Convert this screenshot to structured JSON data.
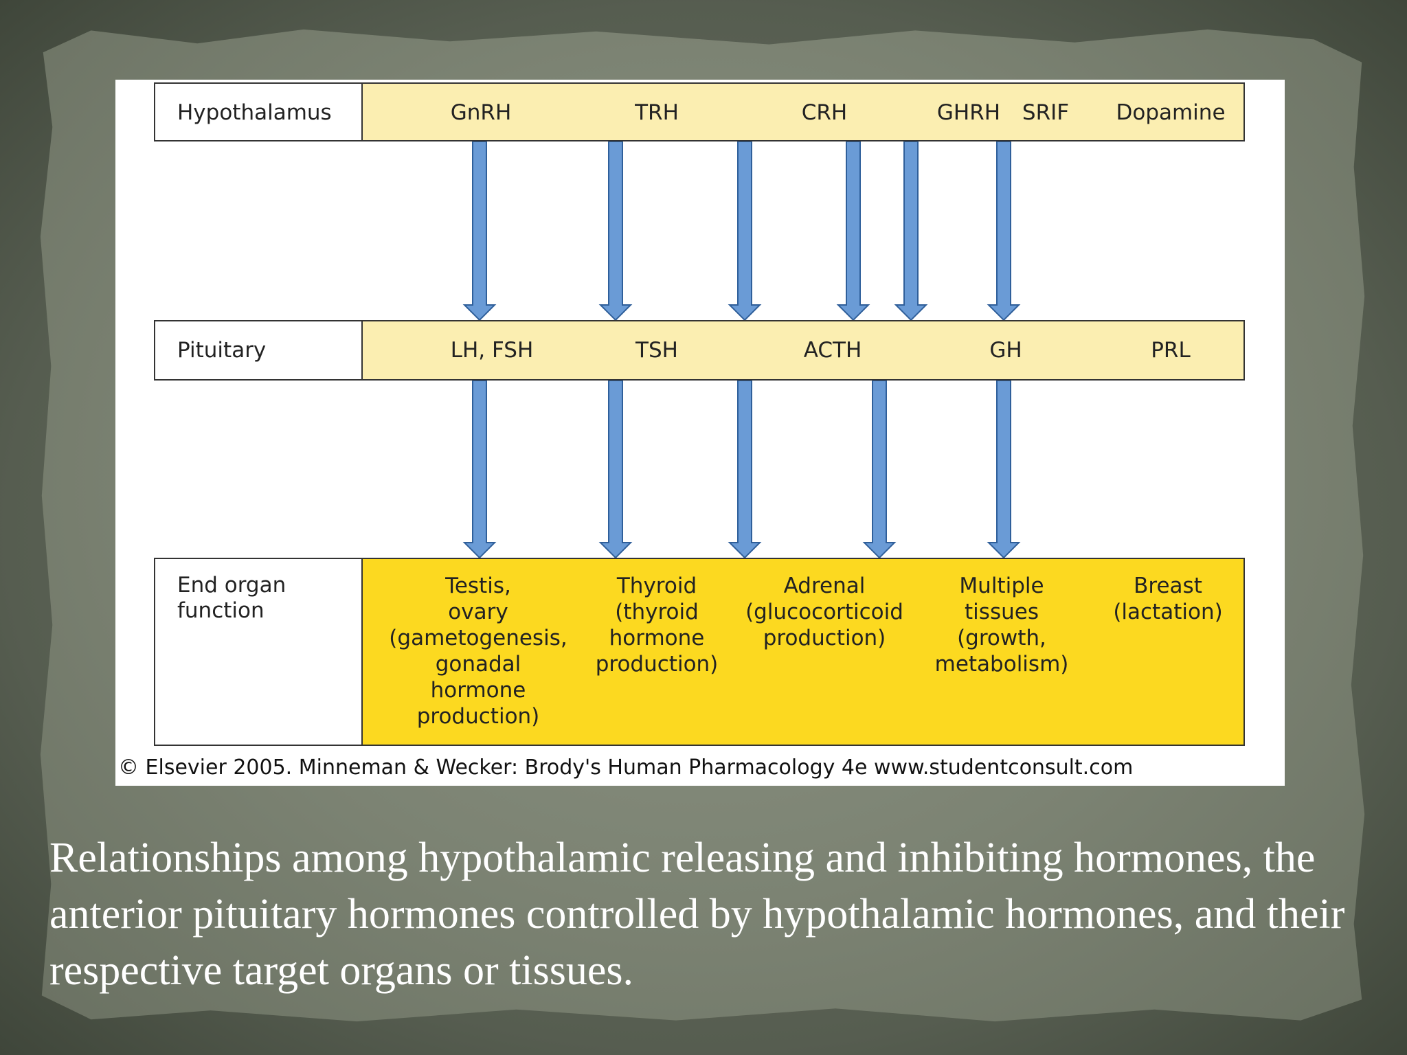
{
  "figure": {
    "rows": {
      "hypothalamus": {
        "label": "Hypothalamus",
        "items": [
          {
            "id": "gnrh",
            "text": "GnRH"
          },
          {
            "id": "trh",
            "text": "TRH"
          },
          {
            "id": "crh",
            "text": "CRH"
          },
          {
            "id": "ghrh",
            "text": "GHRH"
          },
          {
            "id": "srif",
            "text": "SRIF"
          },
          {
            "id": "dopamine",
            "text": "Dopamine"
          }
        ]
      },
      "pituitary": {
        "label": "Pituitary",
        "items": [
          {
            "id": "lh-fsh",
            "text": "LH, FSH"
          },
          {
            "id": "tsh",
            "text": "TSH"
          },
          {
            "id": "acth",
            "text": "ACTH"
          },
          {
            "id": "gh",
            "text": "GH"
          },
          {
            "id": "prl",
            "text": "PRL"
          }
        ]
      },
      "end_organ": {
        "label": "End organ\nfunction",
        "items": [
          {
            "id": "gonads",
            "text": "Testis,\novary\n(gametogenesis,\ngonadal\nhormone\nproduction)"
          },
          {
            "id": "thyroid",
            "text": "Thyroid\n(thyroid\nhormone\nproduction)"
          },
          {
            "id": "adrenal",
            "text": "Adrenal\n(glucocorticoid\nproduction)"
          },
          {
            "id": "multiple",
            "text": "Multiple\ntissues\n(growth,\nmetabolism)"
          },
          {
            "id": "breast",
            "text": "Breast\n(lactation)"
          }
        ]
      }
    },
    "arrows": [
      {
        "from": "gnrh",
        "to": "lh-fsh"
      },
      {
        "from": "trh",
        "to": "tsh"
      },
      {
        "from": "crh",
        "to": "acth"
      },
      {
        "from": "ghrh",
        "to": "gh"
      },
      {
        "from": "srif",
        "to": "gh"
      },
      {
        "from": "dopamine",
        "to": "prl"
      },
      {
        "from": "lh-fsh",
        "to": "gonads"
      },
      {
        "from": "tsh",
        "to": "thyroid"
      },
      {
        "from": "acth",
        "to": "adrenal"
      },
      {
        "from": "gh",
        "to": "multiple"
      },
      {
        "from": "prl",
        "to": "breast"
      }
    ],
    "credit": "© Elsevier 2005. Minneman & Wecker: Brody's Human Pharmacology 4e www.studentconsult.com"
  },
  "caption": "Relationships among hypothalamic releasing and inhibiting hormones, the anterior pituitary hormones controlled by hypothalamic hormones, and their respective target organs or tissues.",
  "colors": {
    "arrow_fill": "#6a9bd6",
    "arrow_stroke": "#2f5f9a",
    "row_pale": "#fbeeb1",
    "row_gold": "#fcd920"
  }
}
